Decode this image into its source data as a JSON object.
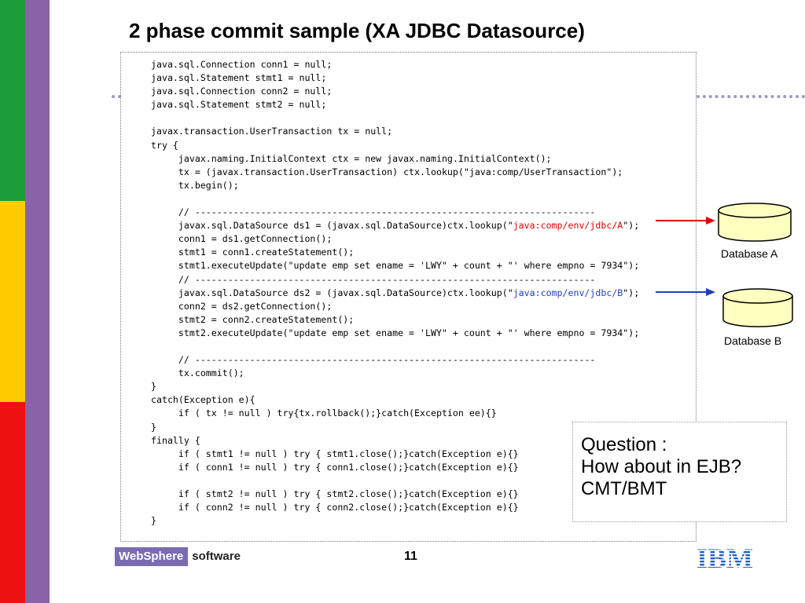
{
  "slide": {
    "title": "2 phase commit sample (XA JDBC Datasource)",
    "page_number": "11"
  },
  "code": {
    "lines": [
      "java.sql.Connection conn1 = null;",
      "java.sql.Statement stmt1 = null;",
      "java.sql.Connection conn2 = null;",
      "java.sql.Statement stmt2 = null;",
      "",
      "javax.transaction.UserTransaction tx = null;",
      "try {",
      "     javax.naming.InitialContext ctx = new javax.naming.InitialContext();",
      "     tx = (javax.transaction.UserTransaction) ctx.lookup(\"java:comp/UserTransaction\");",
      "     tx.begin();",
      "",
      "     // -------------------------------------------------------------------------",
      "     javax.sql.DataSource ds1 = (javax.sql.DataSource)ctx.lookup(\"java:comp/env/jdbc/A\");",
      "     conn1 = ds1.getConnection();",
      "     stmt1 = conn1.createStatement();",
      "     stmt1.executeUpdate(\"update emp set ename = 'LWY\" + count + \"' where empno = 7934\");",
      "     // -------------------------------------------------------------------------",
      "     javax.sql.DataSource ds2 = (javax.sql.DataSource)ctx.lookup(\"java:comp/env/jdbc/B\");",
      "     conn2 = ds2.getConnection();",
      "     stmt2 = conn2.createStatement();",
      "     stmt2.executeUpdate(\"update emp set ename = 'LWY\" + count + \"' where empno = 7934\");",
      "",
      "     // -------------------------------------------------------------------------",
      "     tx.commit();",
      "}",
      "catch(Exception e){",
      "     if ( tx != null ) try{tx.rollback();}catch(Exception ee){}",
      "}",
      "finally {",
      "     if ( stmt1 != null ) try { stmt1.close();}catch(Exception e){}",
      "     if ( conn1 != null ) try { conn1.close();}catch(Exception e){}",
      "",
      "     if ( stmt2 != null ) try { stmt2.close();}catch(Exception e){}",
      "     if ( conn2 != null ) try { conn2.close();}catch(Exception e){}",
      "}"
    ],
    "highlights": {
      "jndi_a": "java:comp/env/jdbc/A",
      "jndi_b": "java:comp/env/jdbc/B"
    }
  },
  "databases": [
    {
      "label": "Database A",
      "arrow_color": "#e00000"
    },
    {
      "label": "Database B",
      "arrow_color": "#1f3fbf"
    }
  ],
  "question": {
    "lines": [
      "Question :",
      "How about in EJB?",
      "CMT/BMT"
    ]
  },
  "footer": {
    "brand": "WebSphere",
    "product": "software",
    "logo": "IBM"
  },
  "colors": {
    "stripe_green": "#1e9e3a",
    "stripe_yellow": "#ffcc00",
    "stripe_red": "#ee1111",
    "stripe_purple": "#8a62a8",
    "websphere_bg": "#7b6bb0",
    "ibm_blue": "#1f5fbf"
  }
}
